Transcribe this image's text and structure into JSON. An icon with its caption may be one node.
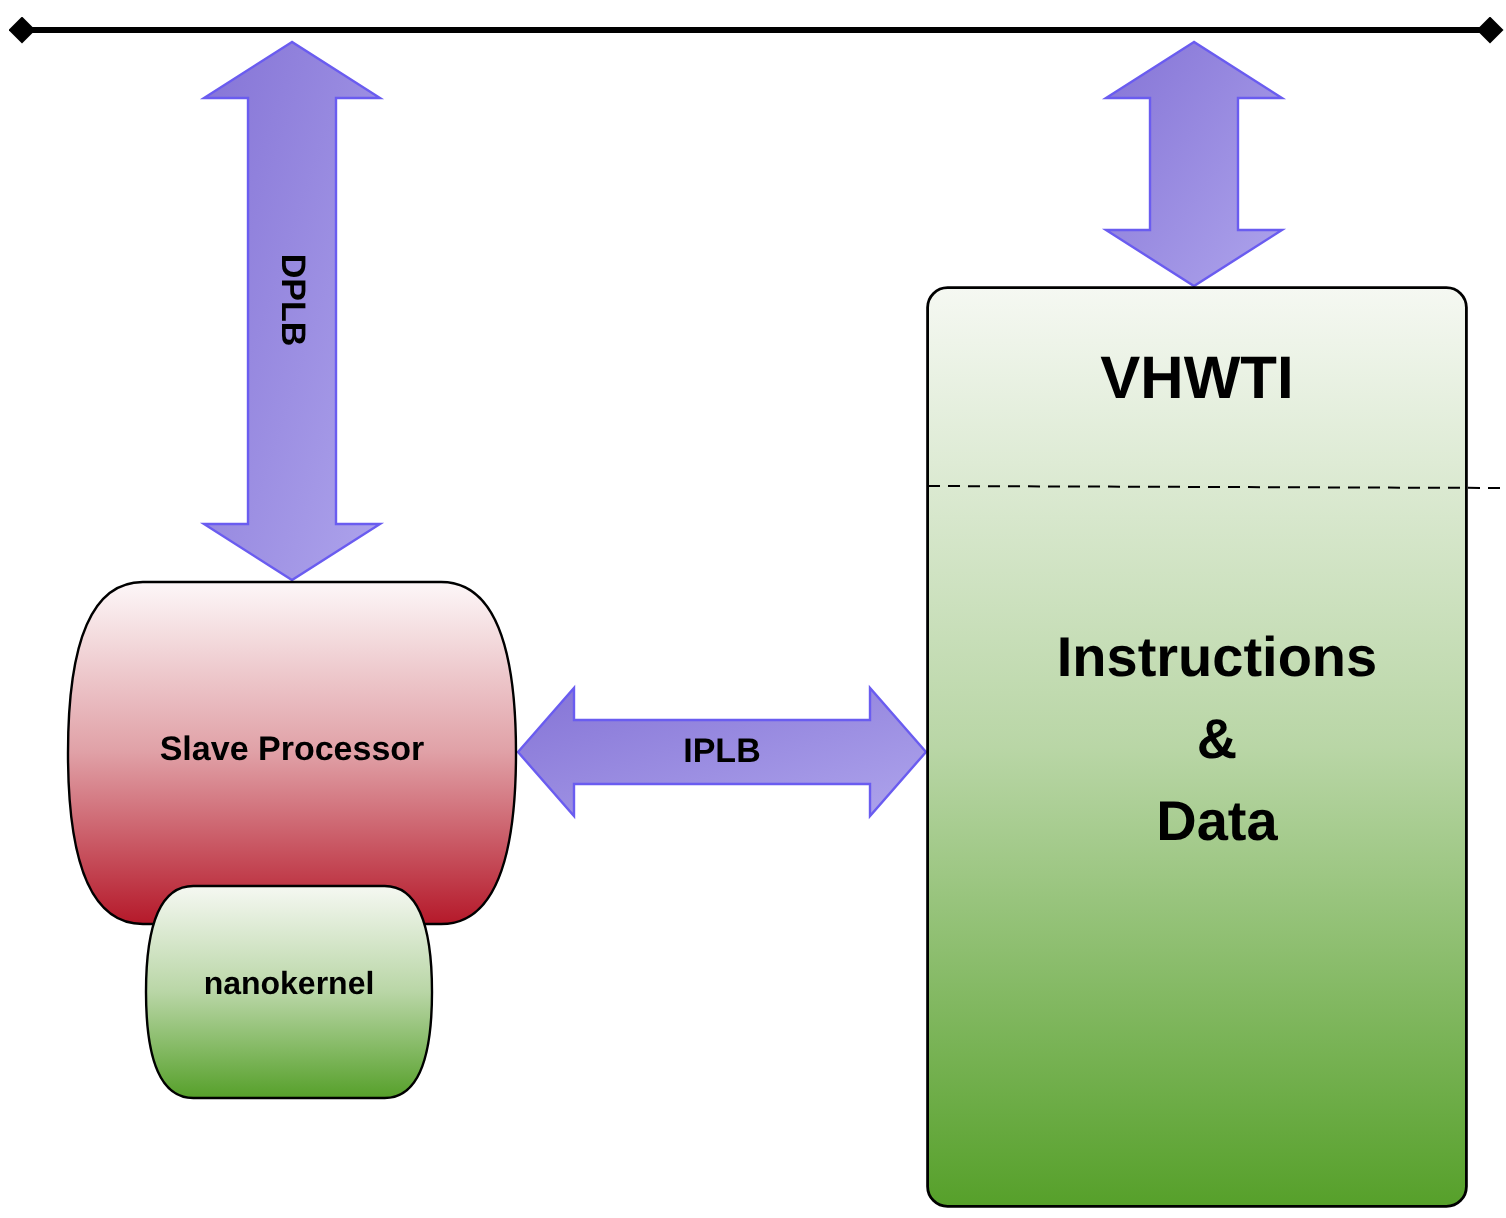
{
  "diagram": {
    "nodes": [
      {
        "text": [],
        "shape": "bar"
      },
      {
        "text": [
          "Slave Processor"
        ]
      },
      {
        "text": [
          "nanokernel"
        ]
      },
      {
        "text": [
          "VHWTI",
          "Instructions & Data"
        ]
      }
    ],
    "edges": [
      {
        "from": 0,
        "to": 1,
        "arrow": "both",
        "label": "DPLB"
      },
      {
        "from": 1,
        "to": 3,
        "arrow": "both",
        "label": "IPLB"
      },
      {
        "from": 0,
        "to": 3,
        "arrow": "both"
      }
    ]
  }
}
